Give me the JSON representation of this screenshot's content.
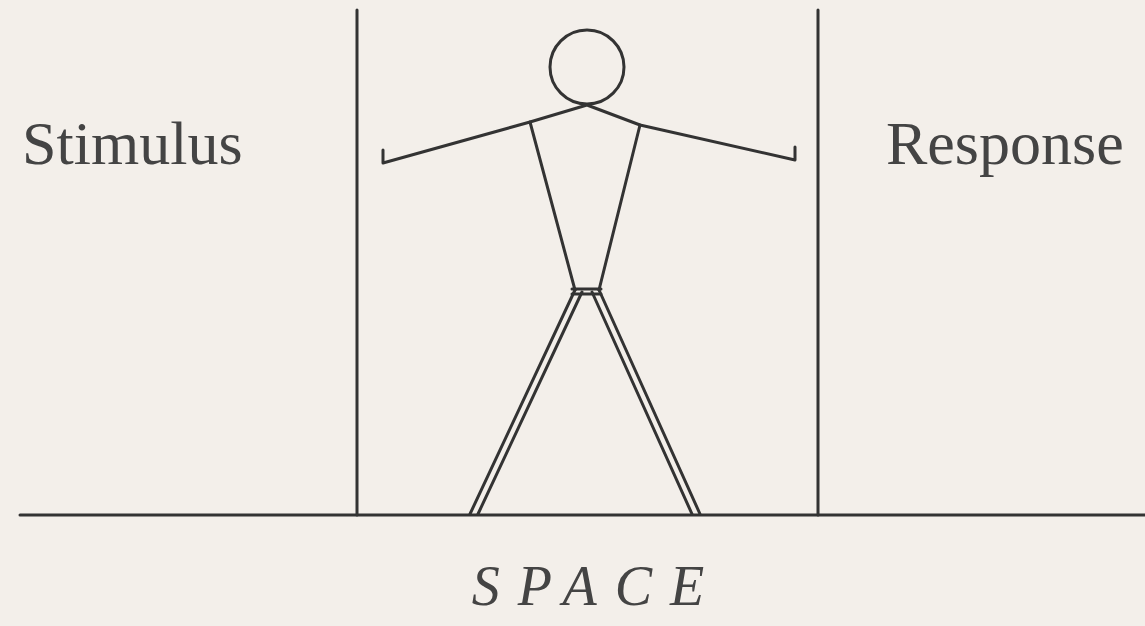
{
  "diagram": {
    "labels": [
      "Stimulus",
      "Response",
      "SPACE"
    ]
  }
}
